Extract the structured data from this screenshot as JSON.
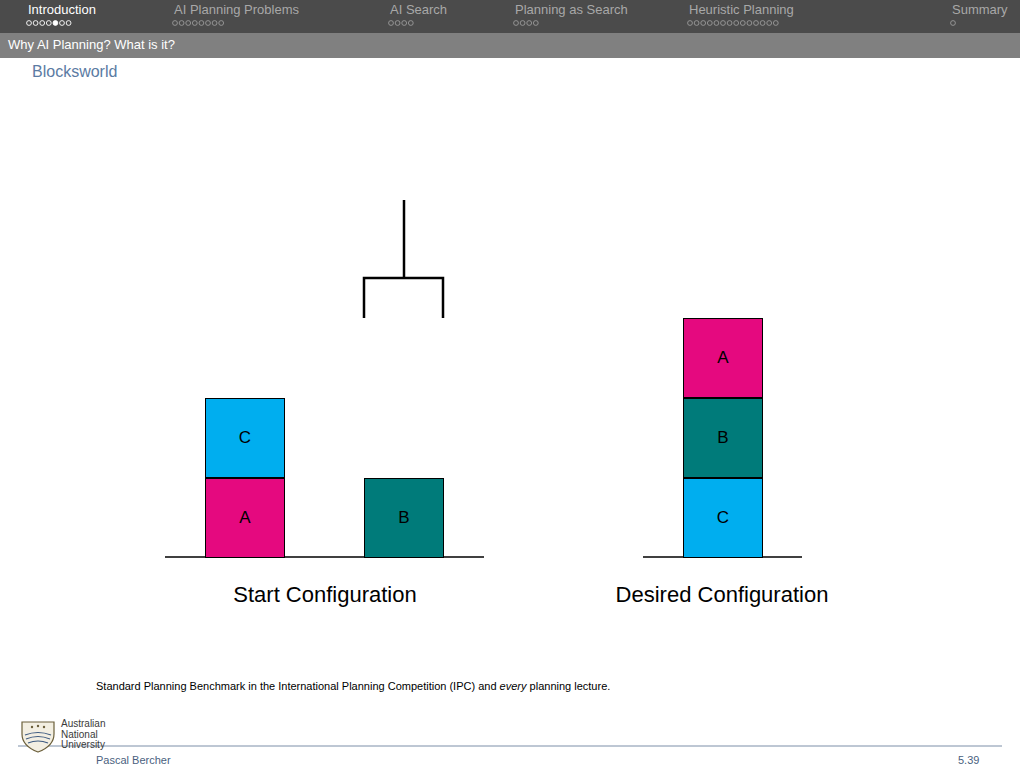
{
  "diagram": {
    "title": "Why AI Planning? What is it?",
    "nodes": [
      {
        "text": [
          "C"
        ]
      },
      {
        "text": [
          "A"
        ]
      },
      {
        "text": [
          "B"
        ]
      },
      {
        "text": [
          "A"
        ]
      },
      {
        "text": [
          "B"
        ]
      },
      {
        "text": [
          "C"
        ]
      }
    ],
    "labels": [
      "Introduction",
      "AI Planning Problems",
      "AI Search",
      "Planning as Search",
      "Heuristic Planning",
      "Summary",
      "Blocksworld",
      "Start Configuration",
      "Desired Configuration",
      "Standard Planning Benchmark in the International Planning Competition (IPC) and",
      "every",
      "planning lecture.",
      "Australian National University",
      "Pascal Bercher",
      "5.39"
    ]
  }
}
